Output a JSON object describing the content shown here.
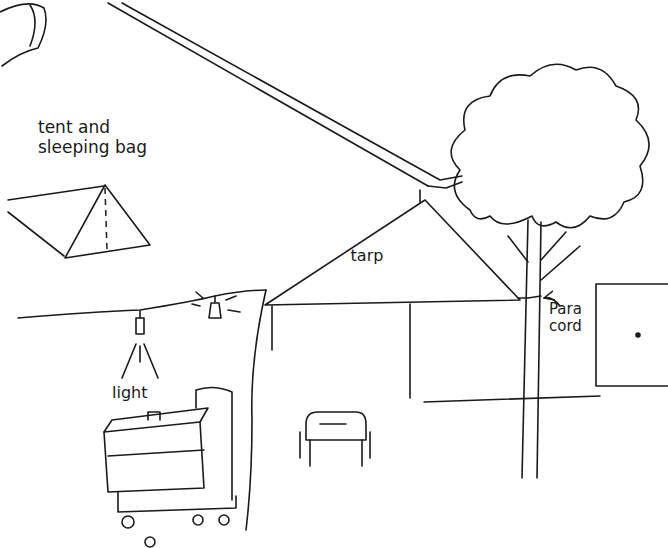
{
  "diagram": {
    "nodes": [
      {
        "text": [
          "tent and sleeping bag"
        ]
      },
      {
        "text": [
          "tarp"
        ]
      }
    ],
    "labels": [
      "light",
      "Para cord"
    ]
  }
}
